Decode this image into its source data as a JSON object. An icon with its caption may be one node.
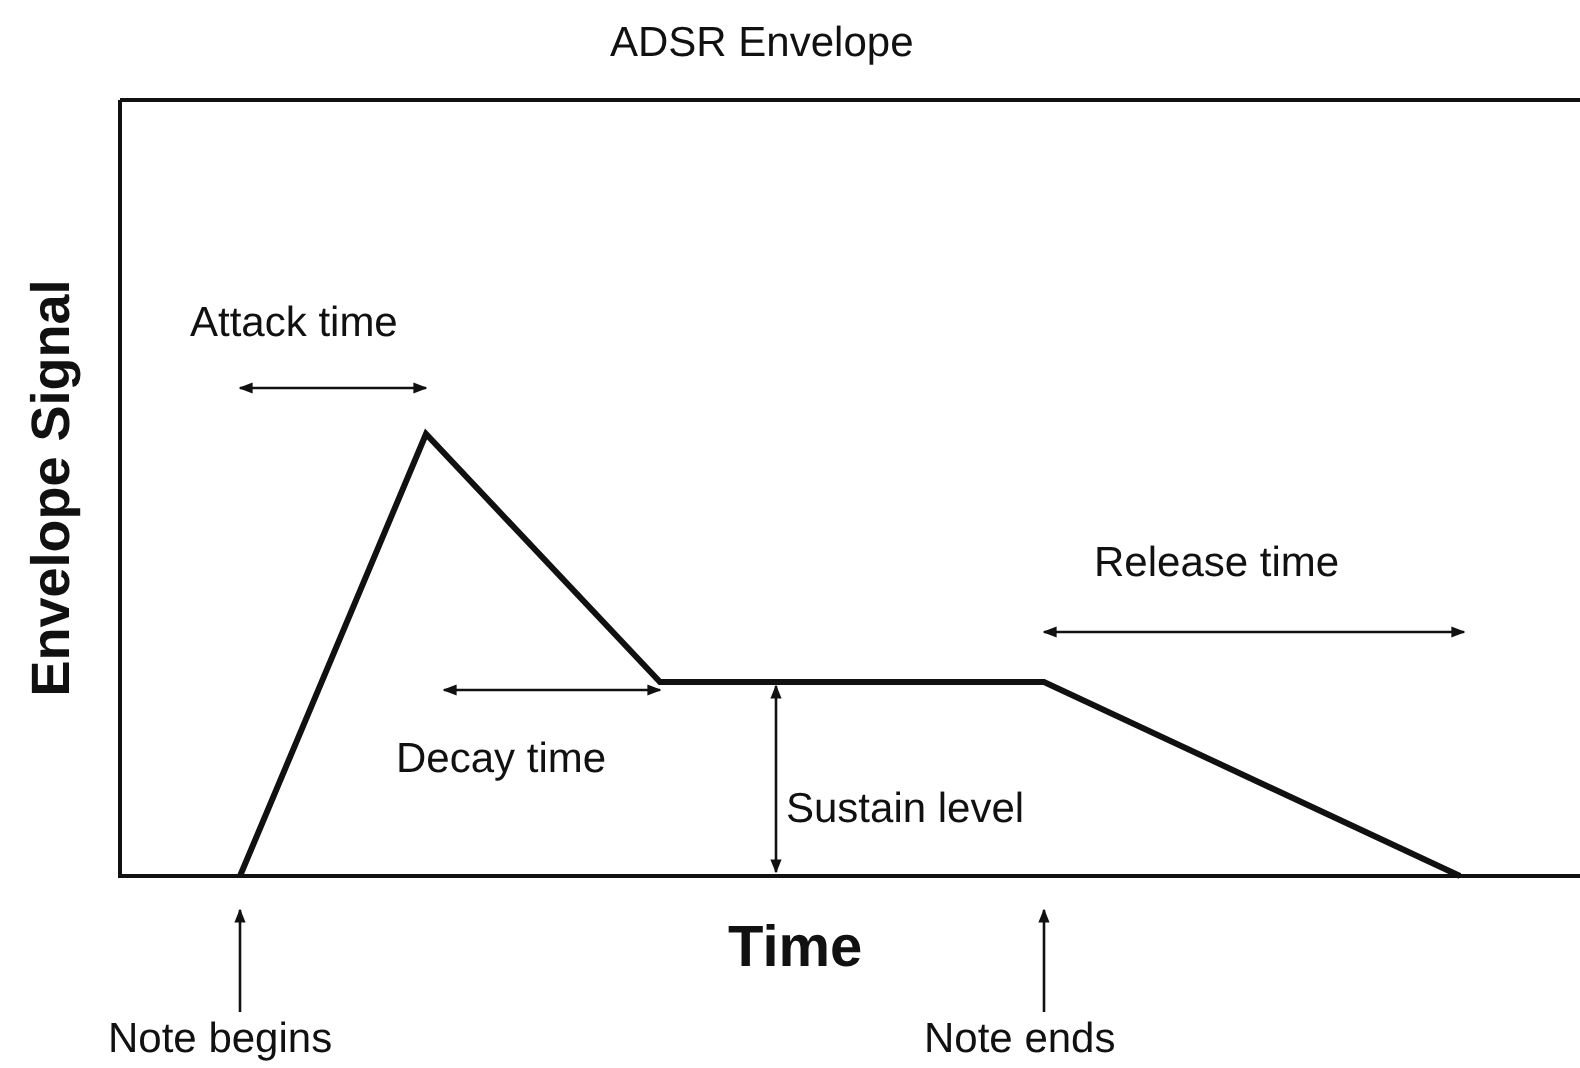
{
  "diagram": {
    "title": "ADSR Envelope",
    "nodes": [
      {
        "text": [
          "Note begins"
        ]
      },
      {
        "text": [
          "Note ends"
        ]
      }
    ],
    "edges": [
      {
        "from": 0,
        "to": null,
        "arrow": "to"
      },
      {
        "from": 1,
        "to": null,
        "arrow": "to"
      }
    ],
    "labels": [
      "Attack time",
      "Release time",
      "Envelope Signal",
      "Decay time",
      "Sustain level",
      "Time"
    ]
  }
}
